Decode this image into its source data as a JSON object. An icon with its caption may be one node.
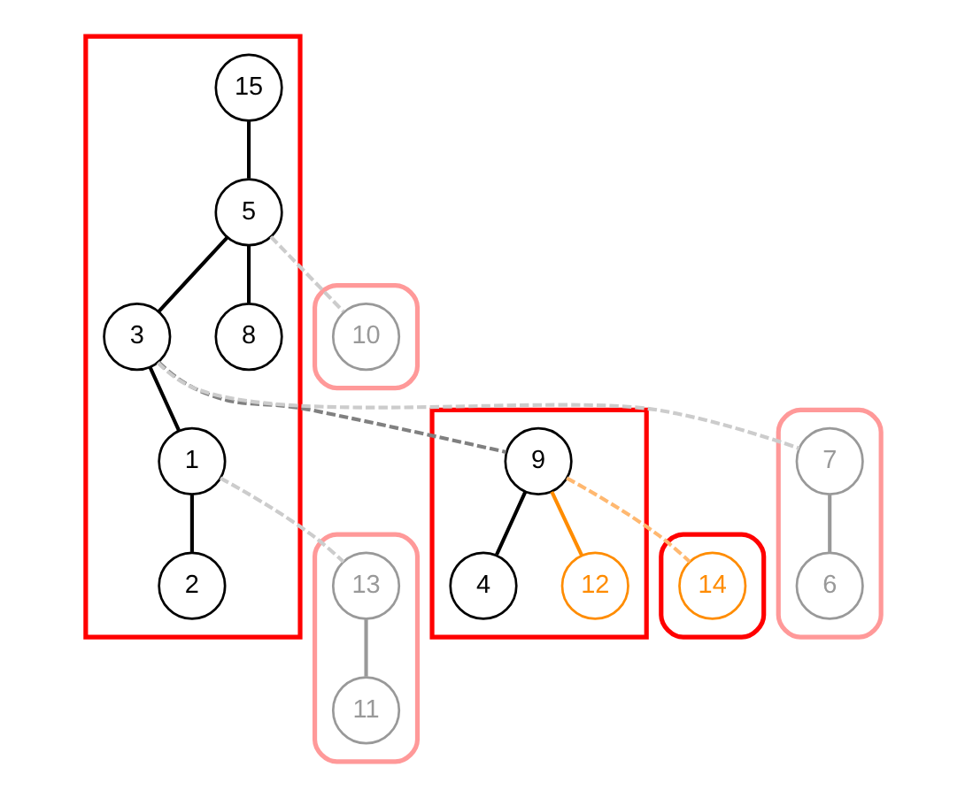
{
  "diagram": {
    "nodes": [
      {
        "text": [],
        "shape": "polygon"
      },
      {
        "text": [
          "15"
        ],
        "in": 0
      },
      {
        "text": [
          "5"
        ],
        "in": 0
      },
      {
        "text": [
          "3"
        ],
        "in": 0
      },
      {
        "text": [
          "8"
        ],
        "in": 0
      },
      {
        "text": [
          "1"
        ],
        "in": 0
      },
      {
        "text": [
          "2"
        ],
        "in": 0
      },
      {
        "text": [],
        "shape": "box"
      },
      {
        "text": [
          "10"
        ],
        "in": 7
      },
      {
        "text": [],
        "shape": "polygon"
      },
      {
        "text": [
          "9"
        ],
        "in": 9
      },
      {
        "text": [
          "4"
        ],
        "in": 9
      },
      {
        "text": [
          "12"
        ],
        "in": 9
      },
      {
        "text": [],
        "shape": "box"
      },
      {
        "text": [
          "13"
        ],
        "in": 13
      },
      {
        "text": [
          "11"
        ],
        "in": 13
      },
      {
        "text": [],
        "shape": "box"
      },
      {
        "text": [
          "7"
        ],
        "in": 16
      },
      {
        "text": [
          "6"
        ],
        "in": 16
      },
      {
        "text": [],
        "shape": "box"
      },
      {
        "text": [
          "14"
        ],
        "in": 19
      }
    ],
    "edges": [
      {
        "from": 1,
        "to": 2,
        "arrow": "none"
      },
      {
        "from": 2,
        "to": 3,
        "arrow": "none"
      },
      {
        "from": 2,
        "to": 4,
        "arrow": "none"
      },
      {
        "from": 3,
        "to": 5,
        "arrow": "none"
      },
      {
        "from": 5,
        "to": 6,
        "arrow": "none"
      },
      {
        "from": 2,
        "to": 8,
        "arrow": "none",
        "style": "dashed",
        "color": "#cccccc"
      },
      {
        "from": 3,
        "to": 10,
        "arrow": "none",
        "style": "dashed",
        "color": "#808080"
      },
      {
        "from": 3,
        "to": 17,
        "arrow": "none",
        "style": "dashed",
        "color": "#cccccc"
      },
      {
        "from": 5,
        "to": 14,
        "arrow": "none",
        "style": "dashed",
        "color": "#cccccc"
      },
      {
        "from": 10,
        "to": 11,
        "arrow": "none"
      },
      {
        "from": 10,
        "to": 12,
        "arrow": "none",
        "color": "#ff8c00"
      },
      {
        "from": 10,
        "to": 20,
        "arrow": "none",
        "style": "dashed",
        "color": "#ffb870"
      },
      {
        "from": 14,
        "to": 15,
        "arrow": "none",
        "color": "#999999"
      },
      {
        "from": 17,
        "to": 18,
        "arrow": "none",
        "color": "#999999"
      }
    ]
  }
}
